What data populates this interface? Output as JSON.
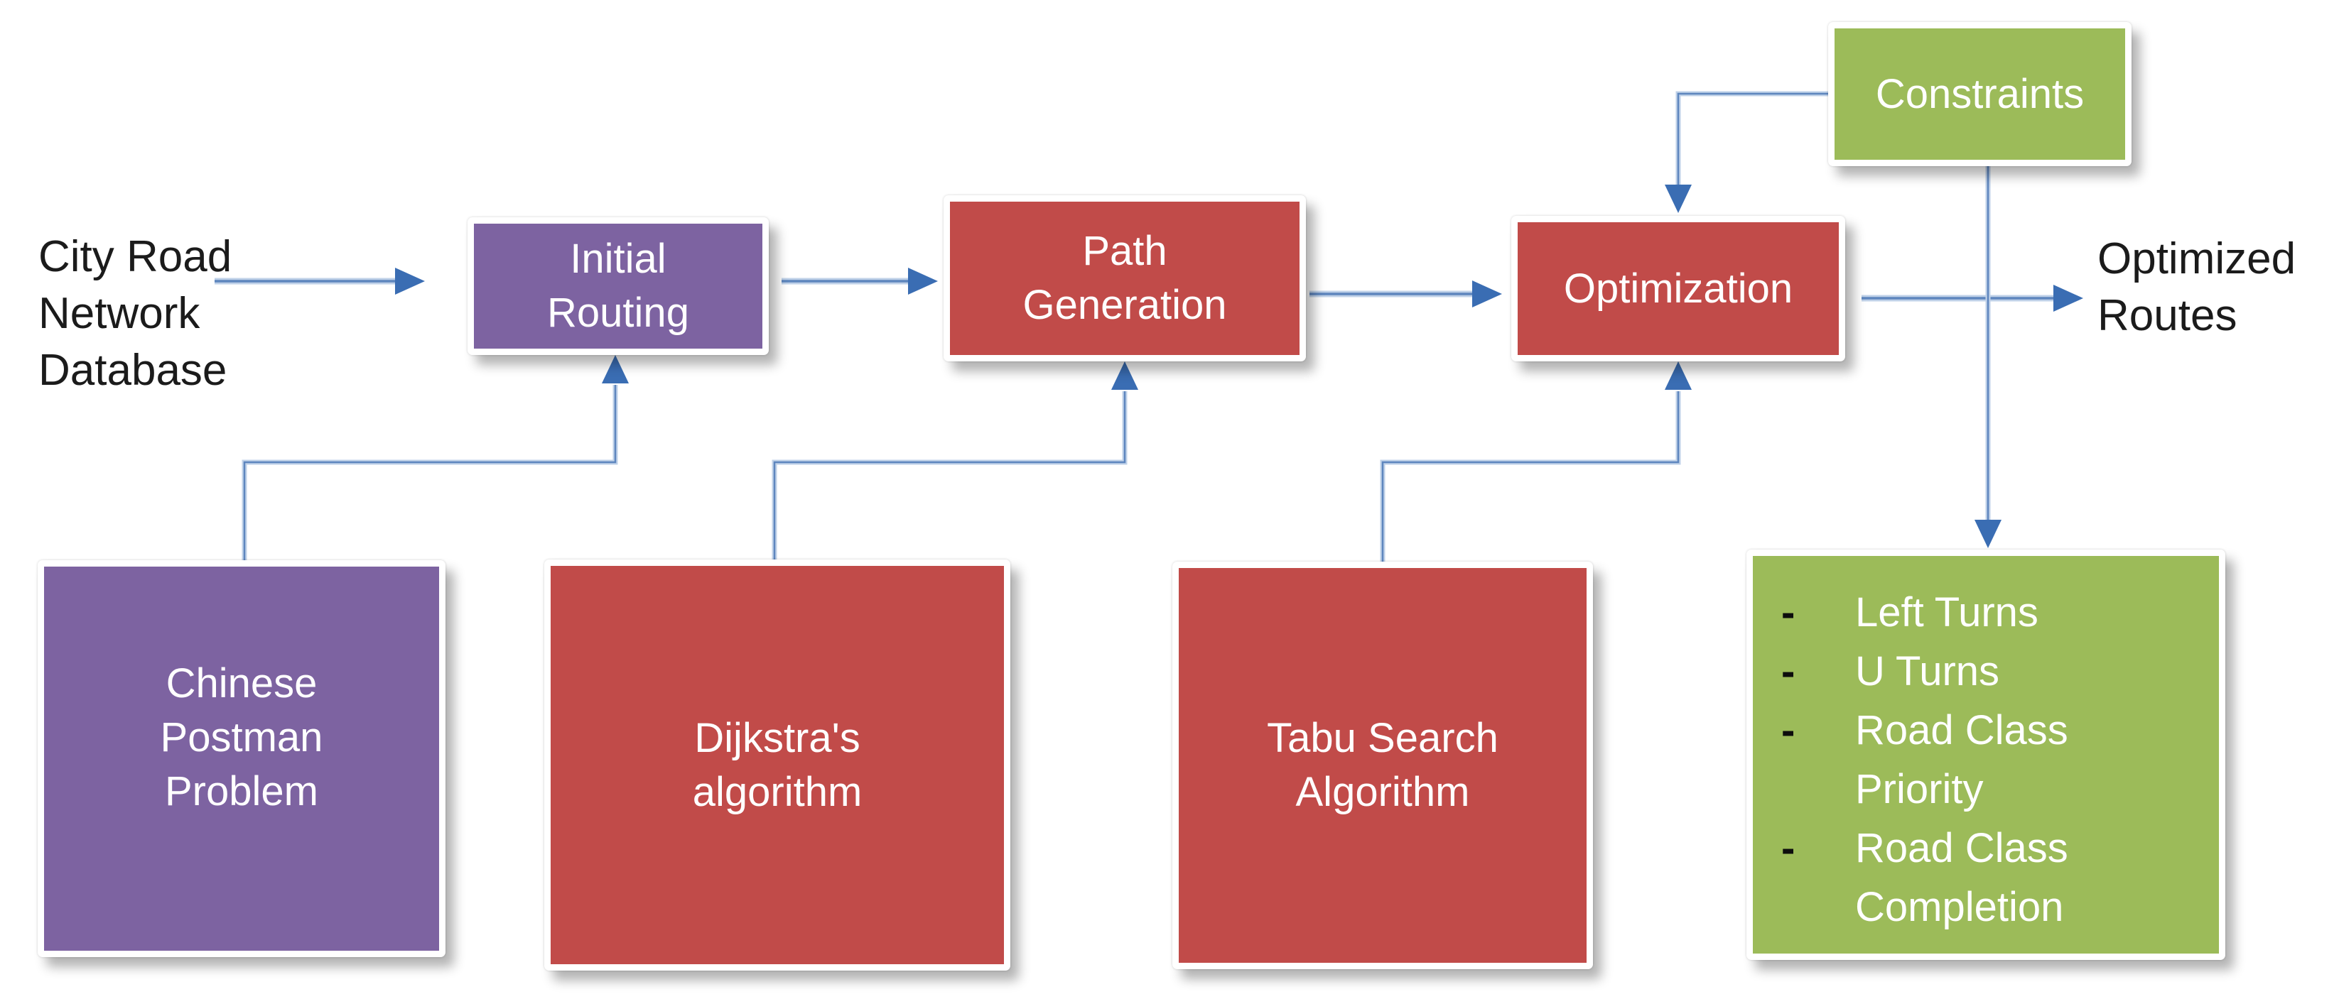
{
  "palette": {
    "purple": "#7D63A1",
    "red": "#C14B49",
    "green": "#9CBB59",
    "conn-core": "#5E86BE",
    "conn-halo": "#BFD1E8",
    "arrowhead": "#3A6DB3",
    "text-dark": "#1B1B1B",
    "text-light": "#FFFFFF",
    "bullet": "#0D0D0D"
  },
  "source": {
    "label": "City Road\nNetwork\nDatabase"
  },
  "pipeline": {
    "initial_routing": {
      "label": "Initial\nRouting"
    },
    "path_generation": {
      "label": "Path\nGeneration"
    },
    "optimization": {
      "label": "Optimization"
    }
  },
  "constraints": {
    "label": "Constraints"
  },
  "output": {
    "label": "Optimized\nRoutes"
  },
  "output_details": {
    "bullet": "-",
    "items": [
      "Left Turns",
      "U Turns",
      "Road Class Priority",
      "Road Class Completion"
    ]
  },
  "foundations": {
    "chinese_postman": {
      "label": "Chinese\nPostman\nProblem"
    },
    "dijkstra": {
      "label": "Dijkstra's\nalgorithm"
    },
    "tabu": {
      "label": "Tabu Search\nAlgorithm"
    }
  }
}
